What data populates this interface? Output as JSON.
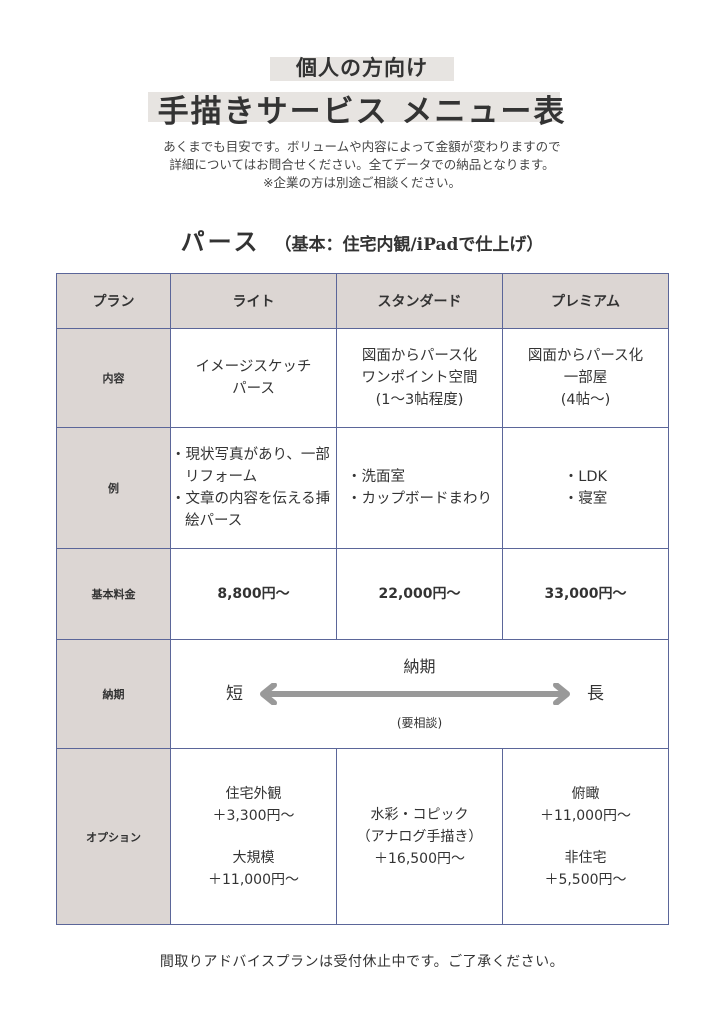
{
  "header": {
    "subtitle": "個人の方向け",
    "title": "手描きサービス メニュー表"
  },
  "intro": {
    "lines": [
      "あくまでも目安です。ボリュームや内容によって金額が変わりますので",
      "詳細についてはお問合せください。全てデータでの納品となります。",
      "※企業の方は別途ご相談ください。"
    ]
  },
  "section": {
    "title": "パース",
    "subtitle": "（基本：住宅内観/iPadで仕上げ）"
  },
  "table": {
    "headers": [
      "プラン",
      "ライト",
      "スタンダード",
      "プレミアム"
    ],
    "content": {
      "label": "内容",
      "light": [
        "イメージスケッチ",
        "パース"
      ],
      "standard": [
        "図面からパース化",
        "ワンポイント空間",
        "(1〜3帖程度)"
      ],
      "premium": [
        "図面からパース化",
        "一部屋",
        "(4帖〜)"
      ]
    },
    "examples": {
      "label": "例",
      "light": [
        "・現状写真があり、一部リフォーム",
        "・文章の内容を伝える挿絵パース"
      ],
      "standard": [
        "・洗面室",
        "・カップボードまわり"
      ],
      "premium": [
        "・LDK",
        "・寝室"
      ]
    },
    "price": {
      "label": "基本料金",
      "light": "8,800円〜",
      "standard": "22,000円〜",
      "premium": "33,000円〜"
    },
    "delivery": {
      "label": "納期",
      "title": "納期",
      "short": "短",
      "long": "長",
      "note": "(要相談)"
    },
    "options": {
      "label": "オプション",
      "light": [
        {
          "name": "住宅外観",
          "price": "＋3,300円〜"
        },
        {
          "name": "大規模",
          "price": "＋11,000円〜"
        }
      ],
      "standard": [
        {
          "name": "水彩・コピック",
          "sub": "（アナログ手描き）",
          "price": "＋16,500円〜"
        }
      ],
      "premium": [
        {
          "name": "俯瞰",
          "price": "＋11,000円〜"
        },
        {
          "name": "非住宅",
          "price": "＋5,500円〜"
        }
      ]
    }
  },
  "footer": "間取りアドバイスプランは受付休止中です。ご了承ください。",
  "colors": {
    "header_bg": "#dcd6d3",
    "border": "#5b6699",
    "highlight": "#e7e4e1",
    "arrow": "#999999"
  }
}
